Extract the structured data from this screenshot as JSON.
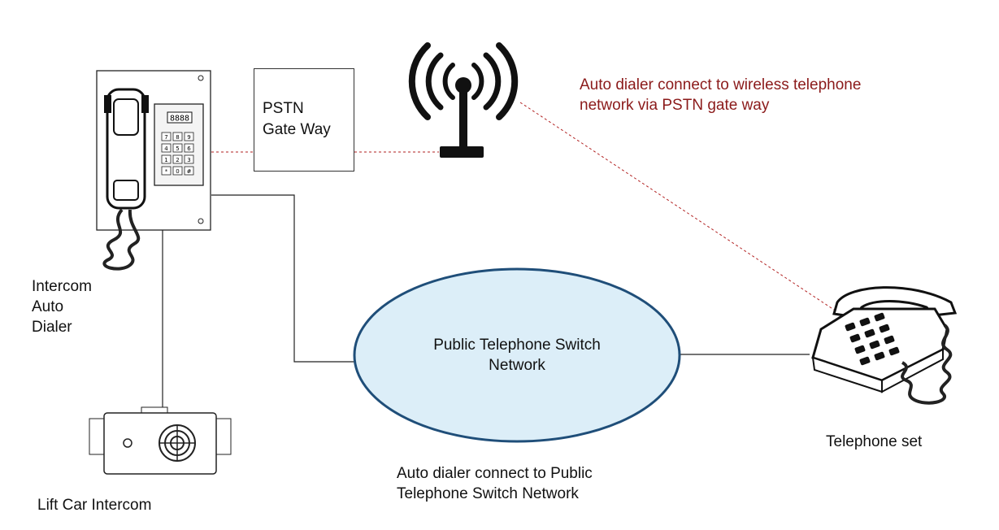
{
  "nodes": {
    "intercom_label": "Intercom\nAuto\nDialer",
    "lift_car_label": "Lift Car Intercom",
    "gateway_label": "PSTN\nGate Way",
    "network_label": "Public Telephone Switch\nNetwork",
    "telephone_label": "Telephone set",
    "dialer_display": "8888",
    "keypad_keys": [
      "7",
      "8",
      "9",
      "4",
      "5",
      "6",
      "1",
      "2",
      "3",
      "*",
      "0",
      "#"
    ]
  },
  "notes": {
    "wireless_note": "Auto dialer connect to wireless telephone\nnetwork via PSTN gate way",
    "pstn_note": "Auto dialer connect to Public\nTelephone Switch Network"
  },
  "colors": {
    "wireless_link": "#b22222",
    "wired_link": "#222222",
    "network_fill": "#dceef8",
    "network_stroke": "#1f4e79",
    "note_red": "#8b1a1a"
  },
  "icons": [
    "intercom-auto-dialer-icon",
    "lift-car-intercom-icon",
    "antenna-icon",
    "telephone-icon"
  ]
}
